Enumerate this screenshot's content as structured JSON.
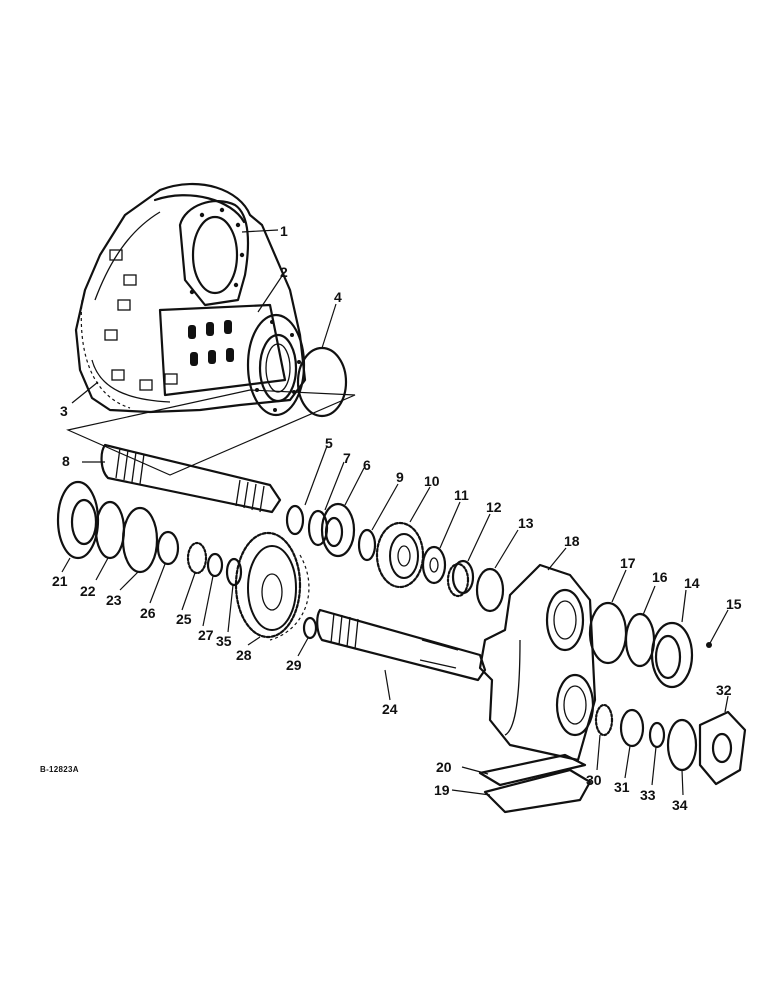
{
  "figure": {
    "reference": "B-12823A",
    "callouts": [
      "1",
      "2",
      "3",
      "4",
      "5",
      "6",
      "7",
      "8",
      "9",
      "10",
      "11",
      "12",
      "13",
      "14",
      "15",
      "16",
      "17",
      "18",
      "19",
      "20",
      "21",
      "22",
      "23",
      "24",
      "25",
      "26",
      "27",
      "28",
      "29",
      "30",
      "31",
      "32",
      "33",
      "34",
      "35"
    ]
  },
  "colors": {
    "ink": "#111111",
    "paper": "#ffffff"
  }
}
